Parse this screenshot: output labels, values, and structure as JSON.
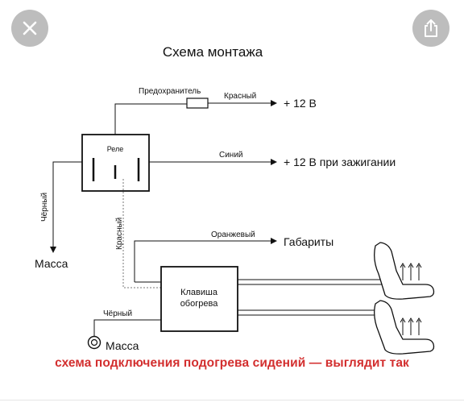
{
  "viewer": {
    "close_icon": "close-icon",
    "share_icon": "share-icon",
    "button_color": "#bdbdbd"
  },
  "diagram": {
    "title": "Схема монтажа",
    "relay_label": "Реле",
    "fuse_label": "Предохранитель",
    "wire_red_top": "Красный",
    "plus12": "+ 12 В",
    "wire_blue": "Синий",
    "plus12_ignition": "+ 12 В при зажигании",
    "wire_black_left": "Чёрный",
    "ground_left": "Масса",
    "wire_red_vertical": "Красный",
    "wire_orange": "Оранжевый",
    "parking_lights": "Габариты",
    "switch_label_line1": "Клавиша",
    "switch_label_line2": "обогрева",
    "wire_black_bottom": "Чёрный",
    "ground_bottom": "Масса"
  },
  "caption": {
    "text": "схема подключения подогрева сидений — выглядит так",
    "color": "#d32f2f"
  }
}
